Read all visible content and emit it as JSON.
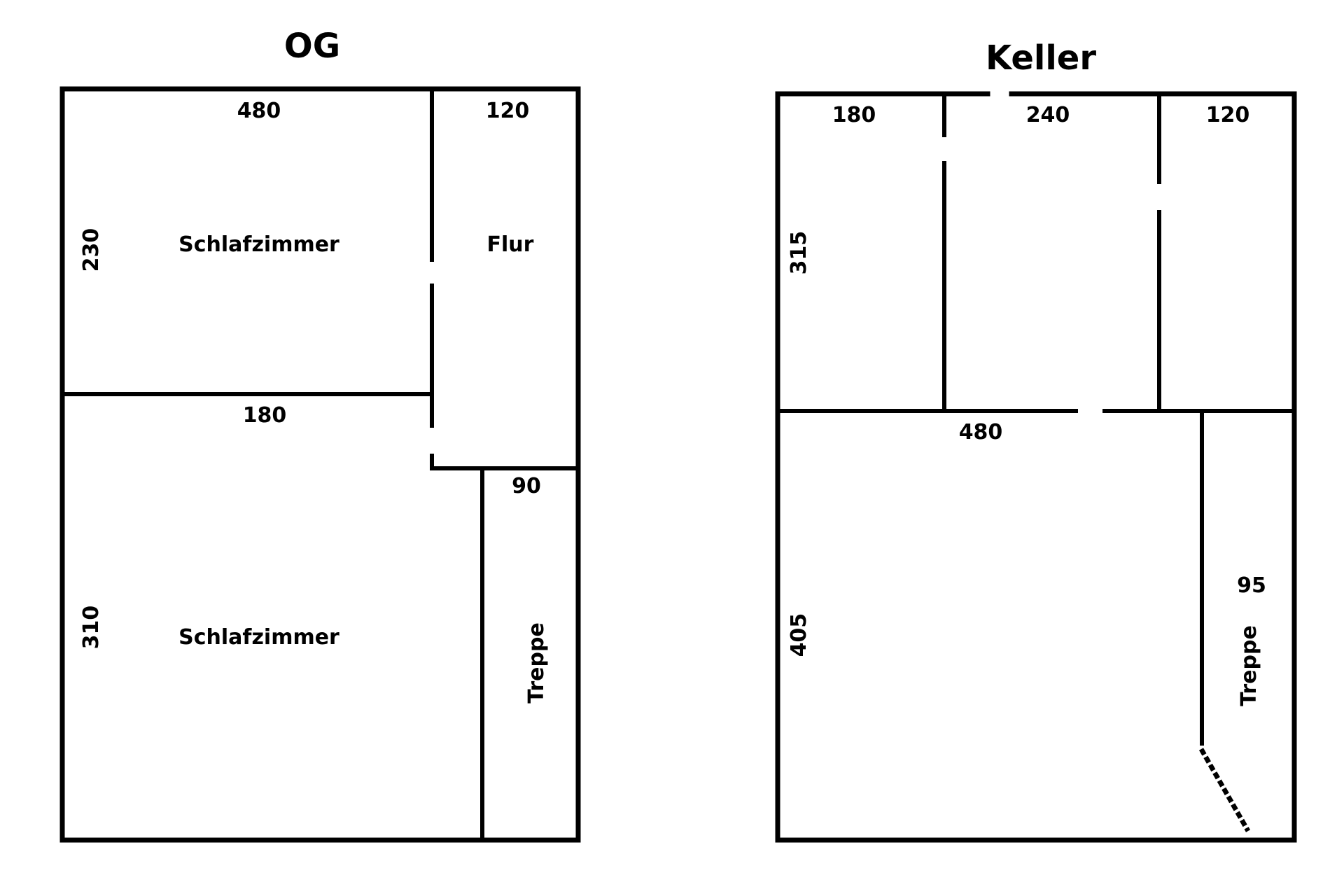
{
  "og": {
    "title": "OG",
    "rooms": [
      {
        "name": "Schlafzimmer",
        "width": "480",
        "depth": "230"
      },
      {
        "name": "Flur",
        "width": "120"
      },
      {
        "name": "Schlafzimmer",
        "width": "180",
        "depth": "310"
      },
      {
        "name": "Treppe",
        "width": "90"
      }
    ],
    "labels": {
      "top_width": "480",
      "flur_width": "120",
      "upper_depth": "230",
      "upper_room": "Schlafzimmer",
      "flur": "Flur",
      "mid_width": "180",
      "stair_width": "90",
      "lower_depth": "310",
      "lower_room": "Schlafzimmer",
      "stairs": "Treppe"
    }
  },
  "keller": {
    "title": "Keller",
    "labels": {
      "room1_width": "180",
      "room2_width": "240",
      "room3_width": "120",
      "upper_depth": "315",
      "main_width": "480",
      "lower_depth": "405",
      "stair_width": "95",
      "stairs": "Treppe"
    }
  },
  "colors": {
    "wall": "#000000",
    "background": "#ffffff"
  }
}
